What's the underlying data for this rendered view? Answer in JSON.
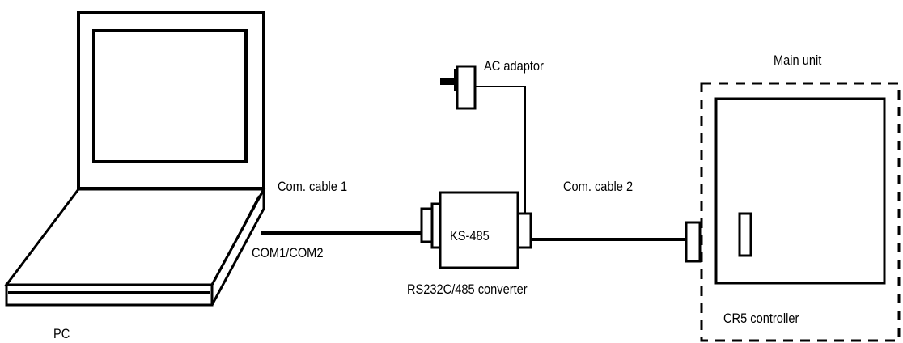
{
  "diagram": {
    "stroke_color": "#000000",
    "background_color": "#ffffff",
    "labels": {
      "ac_adaptor": "AC adaptor",
      "main_unit": "Main unit",
      "com_cable_1": "Com. cable 1",
      "com_cable_2": "Com. cable 2",
      "com_port": "COM1/COM2",
      "converter_model": "KS-485",
      "converter_name": "RS232C/485 converter",
      "controller": "CR5 controller",
      "pc": "PC"
    }
  }
}
